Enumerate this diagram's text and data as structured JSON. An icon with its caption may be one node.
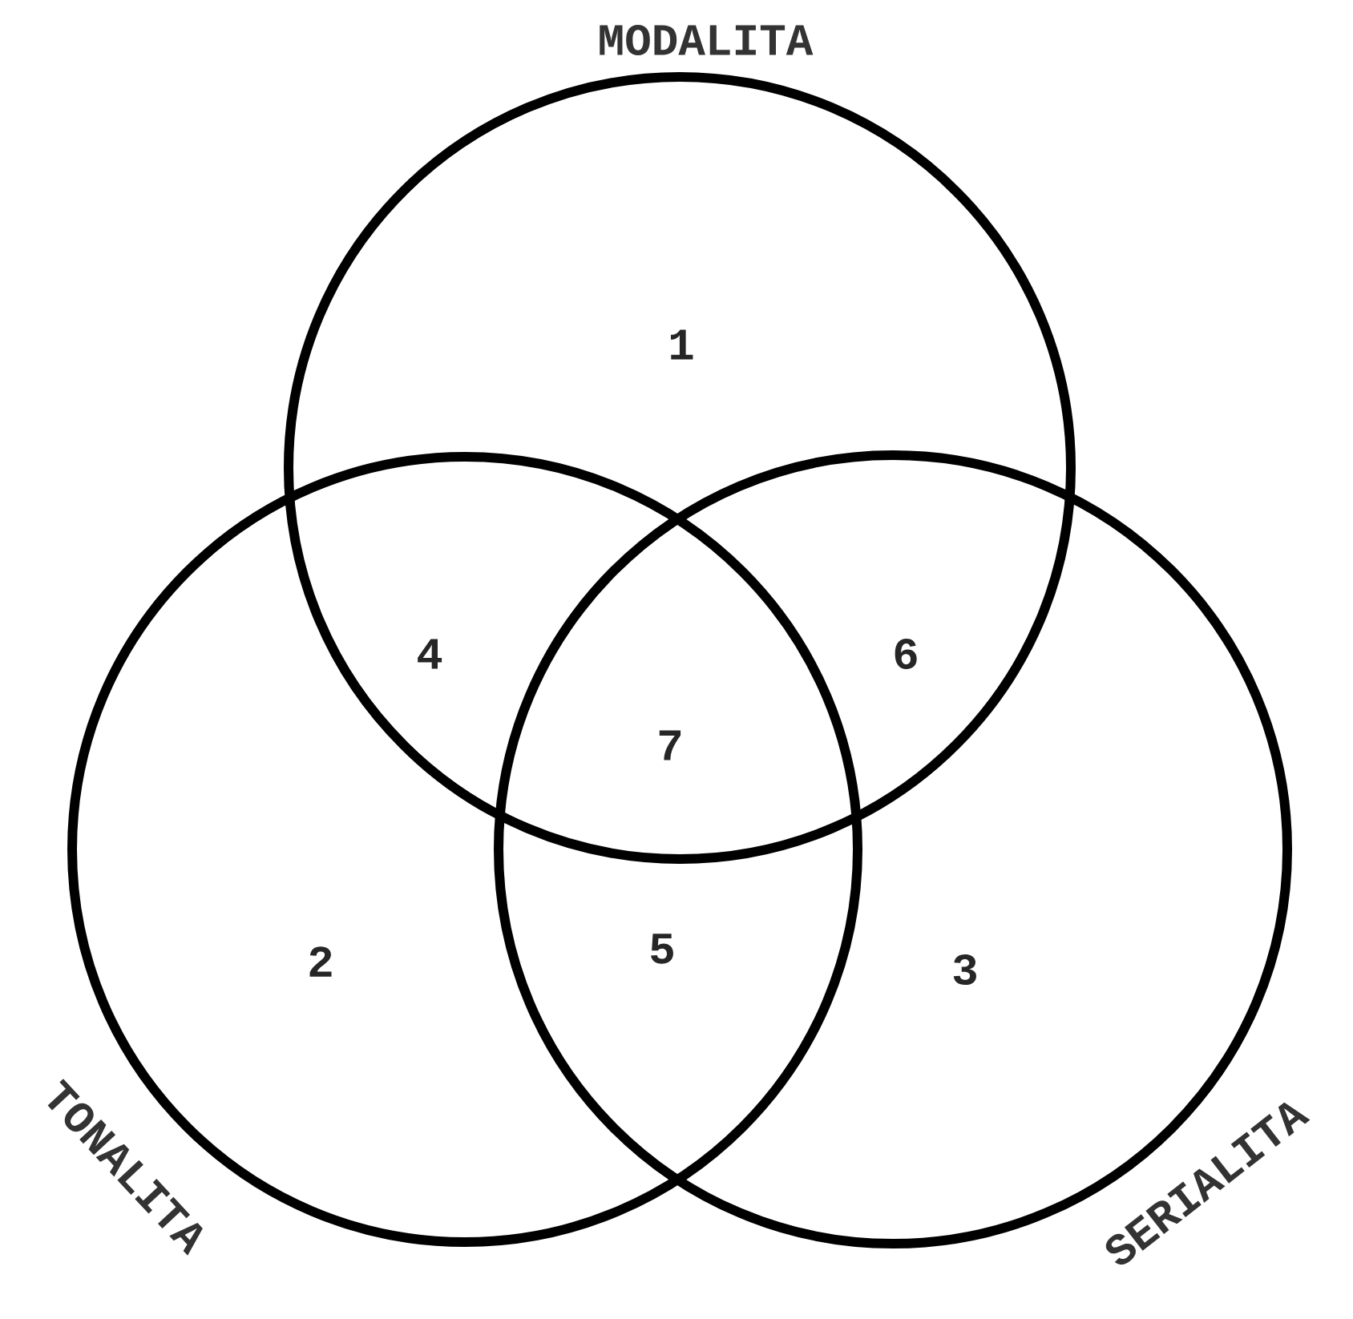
{
  "diagram": {
    "nodes": [
      {
        "text": [
          "MODALITA"
        ]
      },
      {
        "text": [
          "TONALITA"
        ]
      },
      {
        "text": [
          "SERIALITA"
        ]
      }
    ],
    "labels": [
      "1",
      "4",
      "6",
      "7",
      "2",
      "5",
      "3"
    ]
  }
}
